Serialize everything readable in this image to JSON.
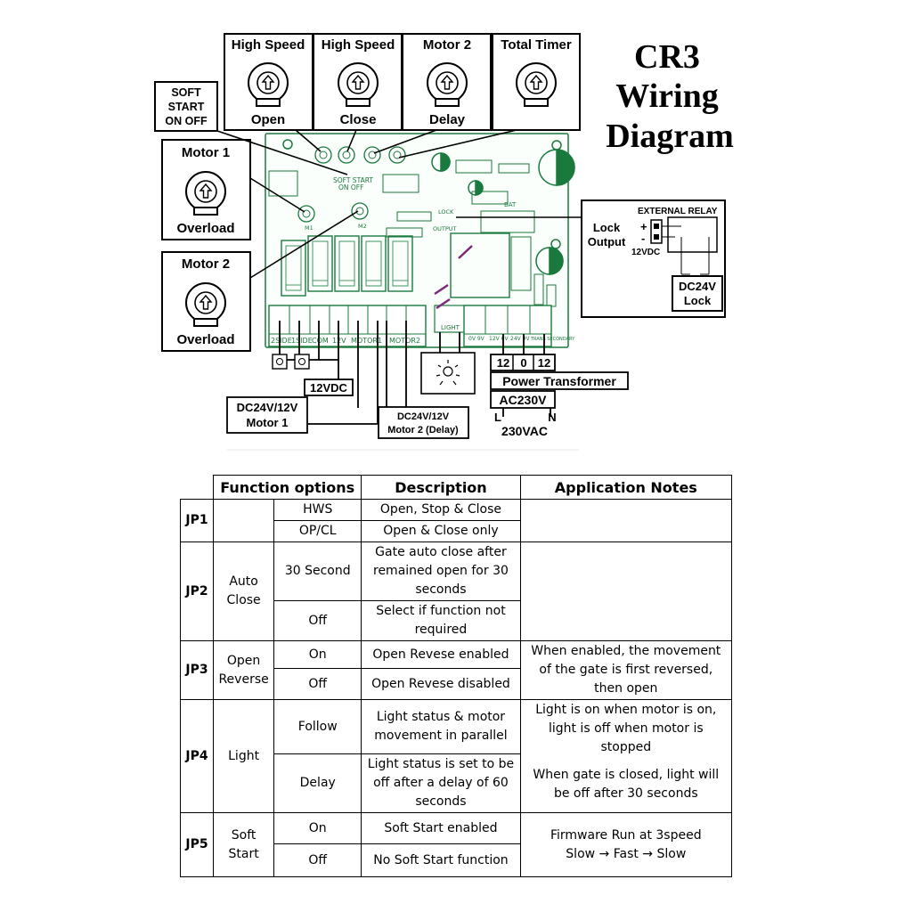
{
  "title": [
    "CR3",
    "Wiring",
    "Diagram"
  ],
  "pots_top": [
    {
      "top": "High Speed",
      "bottom": "Open"
    },
    {
      "top": "High Speed",
      "bottom": "Close"
    },
    {
      "top": "Motor 2",
      "bottom": "Delay"
    },
    {
      "top": "Total Timer",
      "bottom": ""
    }
  ],
  "soft_start_label": [
    "SOFT",
    "START",
    "ON OFF"
  ],
  "pots_left": [
    {
      "top": "Motor 1",
      "bottom": "Overload"
    },
    {
      "top": "Motor 2",
      "bottom": "Overload"
    }
  ],
  "external_relay": {
    "title": "EXTERNAL RELAY",
    "lock_output": [
      "Lock",
      "Output"
    ],
    "plus": "+",
    "minus": "-",
    "voltage": "12VDC",
    "lock_label": [
      "DC24V",
      "Lock"
    ]
  },
  "terminal_labels": [
    "2SIDE",
    "1SIDE",
    "COM",
    "12V",
    "MOTOR1",
    "MOTOR2",
    "LIGHT",
    "0V 9V",
    "12V 0V",
    "24V 9V",
    "TRANS SECONDARY"
  ],
  "board_text": [
    "SOFT START",
    "ON OFF",
    "M1",
    "M2",
    "LOCK",
    "OUTPUT",
    "BAT"
  ],
  "callouts": {
    "v12": "12VDC",
    "motor1": [
      "DC24V/12V",
      "Motor 1"
    ],
    "motor2": [
      "DC24V/12V",
      "Motor 2 (Delay)"
    ],
    "transformer_taps": [
      "12",
      "0",
      "12"
    ],
    "transformer": "Power Transformer",
    "ac": "AC230V",
    "l": "L",
    "n": "N",
    "vac": "230VAC"
  },
  "table": {
    "headers": [
      "Function options",
      "Description",
      "Application Notes"
    ],
    "jp1": {
      "id": "JP1",
      "func": "",
      "rows": [
        {
          "opt": "HWS",
          "desc": "Open, Stop & Close"
        },
        {
          "opt": "OP/CL",
          "desc": "Open & Close only"
        }
      ],
      "note": ""
    },
    "jp2": {
      "id": "JP2",
      "func": [
        "Auto",
        "Close"
      ],
      "rows": [
        {
          "opt": "30 Second",
          "desc": [
            "Gate auto close after",
            "remained open for 30",
            "seconds"
          ]
        },
        {
          "opt": "Off",
          "desc": [
            "Select if function not",
            "required"
          ]
        }
      ],
      "note": ""
    },
    "jp3": {
      "id": "JP3",
      "func": [
        "Open",
        "Reverse"
      ],
      "rows": [
        {
          "opt": "On",
          "desc": "Open Revese enabled"
        },
        {
          "opt": "Off",
          "desc": "Open Revese disabled"
        }
      ],
      "note": [
        "When enabled, the movement",
        "of the gate is first reversed,",
        "then open"
      ]
    },
    "jp4": {
      "id": "JP4",
      "func": "Light",
      "rows": [
        {
          "opt": "Follow",
          "desc": [
            "Light status & motor",
            "movement in parallel"
          ]
        },
        {
          "opt": "Delay",
          "desc": [
            "Light status is set to be",
            "off after a delay of 60",
            "seconds"
          ]
        }
      ],
      "note1": [
        "Light is on when motor is on,",
        "light is off when motor is",
        "stopped"
      ],
      "note2": [
        "When gate is closed, light will",
        "be off after 30 seconds"
      ]
    },
    "jp5": {
      "id": "JP5",
      "func": [
        "Soft",
        "Start"
      ],
      "rows": [
        {
          "opt": "On",
          "desc": "Soft Start enabled"
        },
        {
          "opt": "Off",
          "desc": "No Soft Start function"
        }
      ],
      "note": [
        "Firmware Run at 3speed",
        "Slow → Fast → Slow"
      ]
    }
  },
  "colors": {
    "board_line": "#1a7a3e",
    "capacitor": "#1a7a3e",
    "wire": "#000000",
    "purple": "#7a2a7a"
  }
}
